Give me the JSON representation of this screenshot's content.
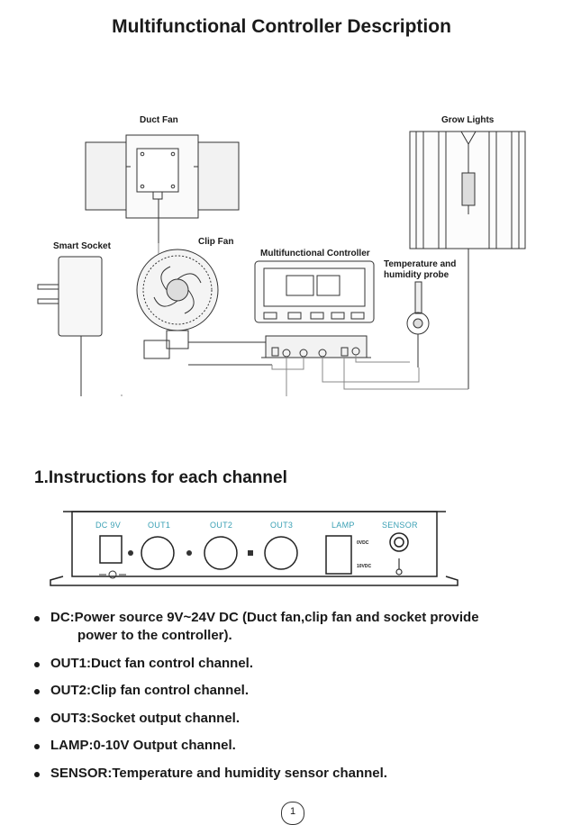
{
  "title": "Multifunctional Controller Description",
  "diagram": {
    "duct_fan": "Duct Fan",
    "grow_lights": "Grow Lights",
    "smart_socket": "Smart Socket",
    "clip_fan": "Clip Fan",
    "controller": "Multifunctional Controller",
    "probe_line1": "Temperature and",
    "probe_line2": "humidity probe"
  },
  "section_heading": "1.Instructions for each channel",
  "panel": {
    "dc": "DC 9V",
    "out1": "OUT1",
    "out2": "OUT2",
    "out3": "OUT3",
    "lamp": "LAMP",
    "sensor": "SENSOR",
    "lamp_v1": "0VDC",
    "lamp_v2": "10VDC",
    "label_color": "#3aa0b4"
  },
  "bullets": [
    {
      "line1": "DC:Power source 9V~24V DC (Duct fan,clip fan and socket provide",
      "line2": "power to the controller)."
    },
    {
      "line1": "OUT1:Duct fan control channel."
    },
    {
      "line1": "OUT2:Clip fan control channel."
    },
    {
      "line1": "OUT3:Socket output channel."
    },
    {
      "line1": "LAMP:0-10V Output channel."
    },
    {
      "line1": "SENSOR:Temperature and humidity sensor channel."
    }
  ],
  "page_number": "1"
}
